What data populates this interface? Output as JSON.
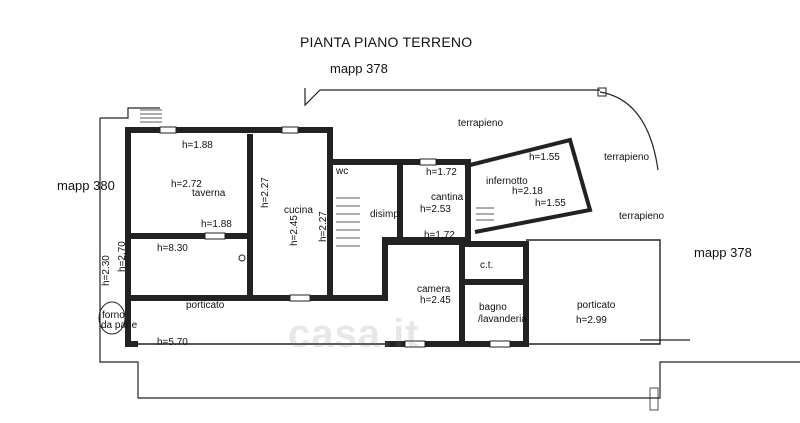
{
  "title": "PIANTA PIANO TERRENO",
  "neighbors": {
    "top": "mapp 378",
    "left": "mapp 380",
    "right": "mapp 378"
  },
  "watermark": "casa.it",
  "terrapieno_label": "terrapieno",
  "rooms": {
    "taverna": {
      "name": "taverna",
      "height": "h=2.72",
      "beam_top": "h=1.88",
      "beam_bottom": "h=1.88"
    },
    "cucina": {
      "name": "cucina",
      "height": "h=2.45",
      "h_left": "h=2.27",
      "h_right": "h=2.27"
    },
    "wc": {
      "name": "wc"
    },
    "disimp": {
      "name": "disimp"
    },
    "cantina": {
      "name": "cantina",
      "height": "h=2.53",
      "h_top": "h=1.72",
      "h_bottom": "h=1.72"
    },
    "infernotto": {
      "name": "infernotto",
      "height": "h=2.18",
      "h_top": "h=1.55",
      "h_bottom": "h=1.55"
    },
    "portico_left": {
      "name": "porticato",
      "h_top": "h=8.30",
      "h_bottom": "h=5.70",
      "h_a": "h=2.30",
      "h_b": "h=2.70"
    },
    "forno": {
      "line1": "forno",
      "line2": "da pane"
    },
    "camera": {
      "name": "camera",
      "height": "h=2.45"
    },
    "ct": {
      "name": "c.t."
    },
    "bagno": {
      "line1": "bagno",
      "line2": "/lavanderia"
    },
    "portico_right": {
      "name": "porticato",
      "height": "h=2.99"
    }
  }
}
